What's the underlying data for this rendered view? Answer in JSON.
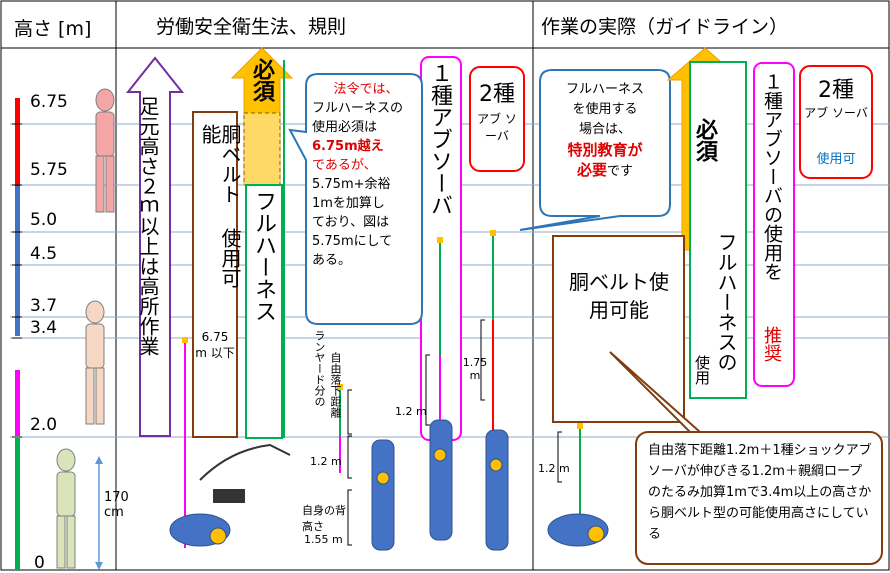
{
  "headers": {
    "height": "高さ [m]",
    "law": "労働安全衛生法、規則",
    "practice": "作業の実際（ガイドライン）"
  },
  "levels": [
    "6.75",
    "5.75",
    "5.0",
    "4.5",
    "3.7",
    "3.4",
    "2.0",
    "0"
  ],
  "law": {
    "high_place": "足元高さ２ｍ以上は高所作業",
    "belt_title": "胴ベルト 使用可能",
    "belt_limit": "6.75 m 以下",
    "required": "必須",
    "full_harness": "フルハーネス",
    "absorber1": "１種アブソーバ",
    "absorber2_top": "2種",
    "absorber2_bottom": "アブ ソーバ",
    "callout": {
      "l1": "法令では、",
      "l2": "フルハーネスの",
      "l3": "使用必須は",
      "l4": "6.75m越え",
      "l5": "であるが、",
      "l6": "5.75m+余裕",
      "l7": "1mを加算し",
      "l8": "ており、図は",
      "l9": "5.75mにして",
      "l10": "ある。"
    },
    "lanyard": "ランヤード分の",
    "lanyard_len": "1.2 m",
    "freefall": "自由落下距離",
    "freefall_len": "1.2 m",
    "body_height": "自身の背高さ",
    "body_height_val": "1.55 m",
    "fall_1_2": "1.2 m",
    "fall_1_75": "1.75 m",
    "person_height": "170 cm"
  },
  "practice": {
    "callout": {
      "l1": "フルハーネス",
      "l2": "を使用する",
      "l3": "場合は、",
      "l4": "特別教育が",
      "l5": "必要",
      "l6": "です"
    },
    "required": "必須",
    "absorber1": "１種アブソーバの使用を",
    "recommend": "推奨",
    "absorber2_top": "2種",
    "absorber2_mid": "アブ ソーバ",
    "absorber2_ok": "使用可",
    "belt": "胴ベルト使用可能",
    "full_harness": "フルハーネスの",
    "use": "使用",
    "fall_1_2": "1.2 m",
    "bottom_note": "自由落下距離1.2m＋1種ショックアブソーバが伸びきる1.2m＋親綱ロープのたるみ加算1mで3.4m以上の高さから胴ベルト型の可能使用高さにしている"
  },
  "colors": {
    "purple": "#7030a0",
    "green": "#00b050",
    "orange": "#ffc000",
    "brown": "#843c0c",
    "magenta": "#ff00ff",
    "red": "#ff0000",
    "blue": "#0070c0"
  }
}
